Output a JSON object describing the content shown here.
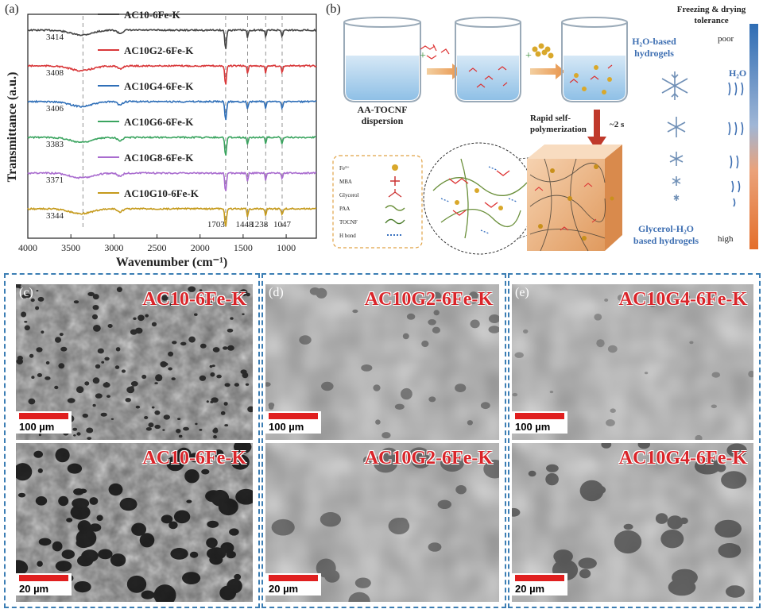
{
  "panel_a": {
    "letter": "(a)",
    "chart_data": {
      "type": "line",
      "xlabel": "Wavenumber (cm⁻¹)",
      "ylabel": "Transmittance (a.u.)",
      "xlim": [
        4000,
        650
      ],
      "x_ticks": [
        "4000",
        "3500",
        "3000",
        "2500",
        "2000",
        "1500",
        "1000"
      ],
      "peak_lines": [
        3360,
        1703,
        1448,
        1238,
        1047
      ],
      "peak_labels": [
        "1703",
        "1448",
        "1238",
        "1047"
      ],
      "series": [
        {
          "name": "AC10-6Fe-K",
          "color": "#444444",
          "peak_label": "3414"
        },
        {
          "name": "AC10G2-6Fe-K",
          "color": "#d9383a",
          "peak_label": "3408"
        },
        {
          "name": "AC10G4-6Fe-K",
          "color": "#2f6fb8",
          "peak_label": "3406"
        },
        {
          "name": "AC10G6-6Fe-K",
          "color": "#3aa45f",
          "peak_label": "3383"
        },
        {
          "name": "AC10G8-6Fe-K",
          "color": "#a96ccf",
          "peak_label": "3371"
        },
        {
          "name": "AC10G10-6Fe-K",
          "color": "#c59a1c",
          "peak_label": "3344"
        }
      ]
    }
  },
  "panel_b": {
    "letter": "(b)",
    "dispersion_label_1": "AA-TOCNF",
    "dispersion_label_2": "dispersion",
    "rapid_label_1": "Rapid self-",
    "rapid_label_2": "polymerization",
    "time_label": "~2 s",
    "legend": {
      "items": [
        "Fe³⁺",
        "MBA",
        "Glycerol",
        "PAA",
        "TOCNF",
        "H bond"
      ]
    },
    "tolerance_title_1": "Freezing & drying",
    "tolerance_title_2": "tolerance",
    "poor_label": "poor",
    "high_label": "high",
    "h2o_hydrogel_1": "H₂O-based",
    "h2o_hydrogel_2": "hydrogels",
    "h2o_label": "H₂O",
    "glycerol_hydrogel_1": "Glycerol-H₂O",
    "glycerol_hydrogel_2": "based hydrogels",
    "colors": {
      "accent_blue": "#2b6cb0",
      "accent_orange": "#e07a2f"
    }
  },
  "panel_c": {
    "letter": "(c)",
    "label_top": "AC10-6Fe-K",
    "label_bottom": "AC10-6Fe-K",
    "scale_top": "100 µm",
    "scale_bottom": "20 µm"
  },
  "panel_d": {
    "letter": "(d)",
    "label_top": "AC10G2-6Fe-K",
    "label_bottom": "AC10G2-6Fe-K",
    "scale_top": "100 µm",
    "scale_bottom": "20 µm"
  },
  "panel_e": {
    "letter": "(e)",
    "label_top": "AC10G4-6Fe-K",
    "label_bottom": "AC10G4-6Fe-K",
    "scale_top": "100 µm",
    "scale_bottom": "20 µm"
  }
}
